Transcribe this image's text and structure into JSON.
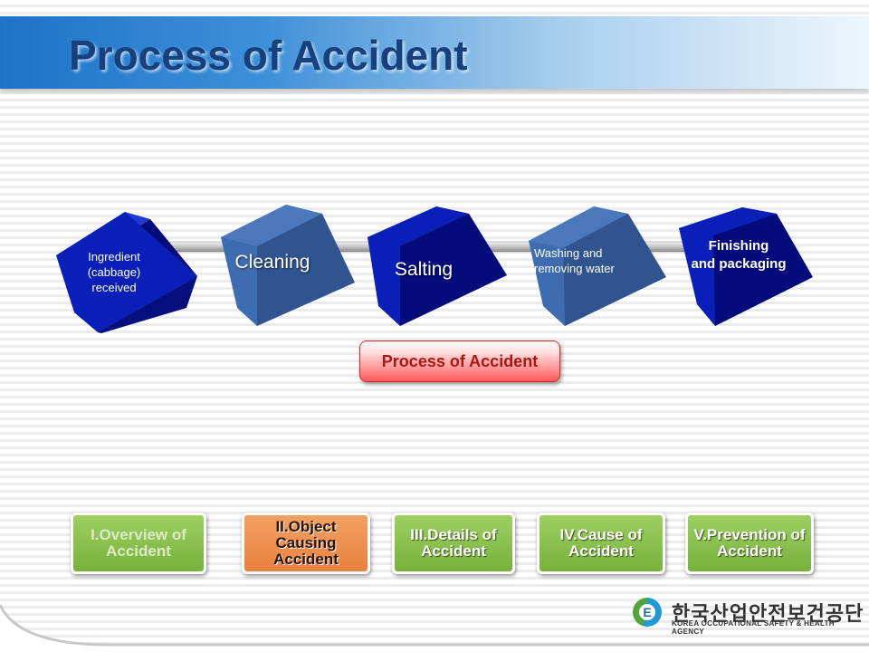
{
  "title": "Process of Accident",
  "steps": [
    {
      "label": "Ingredient\n(cabbage)\nreceived"
    },
    {
      "label": "Cleaning"
    },
    {
      "label": "Salting"
    },
    {
      "label": "Washing and\nremoving water"
    },
    {
      "label": "Finishing\nand packaging"
    }
  ],
  "current_section": "Process of Accident",
  "nav": [
    {
      "label": "I.Overview of Accident"
    },
    {
      "label": "II.Object Causing Accident"
    },
    {
      "label": "III.Details of Accident"
    },
    {
      "label": "IV.Cause of Accident"
    },
    {
      "label": "V.Prevention of Accident"
    }
  ],
  "logo": {
    "mark": "E",
    "korean": "한국산업안전보건공단",
    "english": "KOREA OCCUPATIONAL SAFETY & HEALTH AGENCY"
  },
  "colors": {
    "header_blue": "#1e73c8",
    "title": "#17407e",
    "cube_dark_blue": "#0a1fb8",
    "cube_steel_blue": "#3e6cb0",
    "pill_red": "#ff5a5a",
    "nav_green": "#78b13c",
    "nav_orange": "#e9803e"
  }
}
